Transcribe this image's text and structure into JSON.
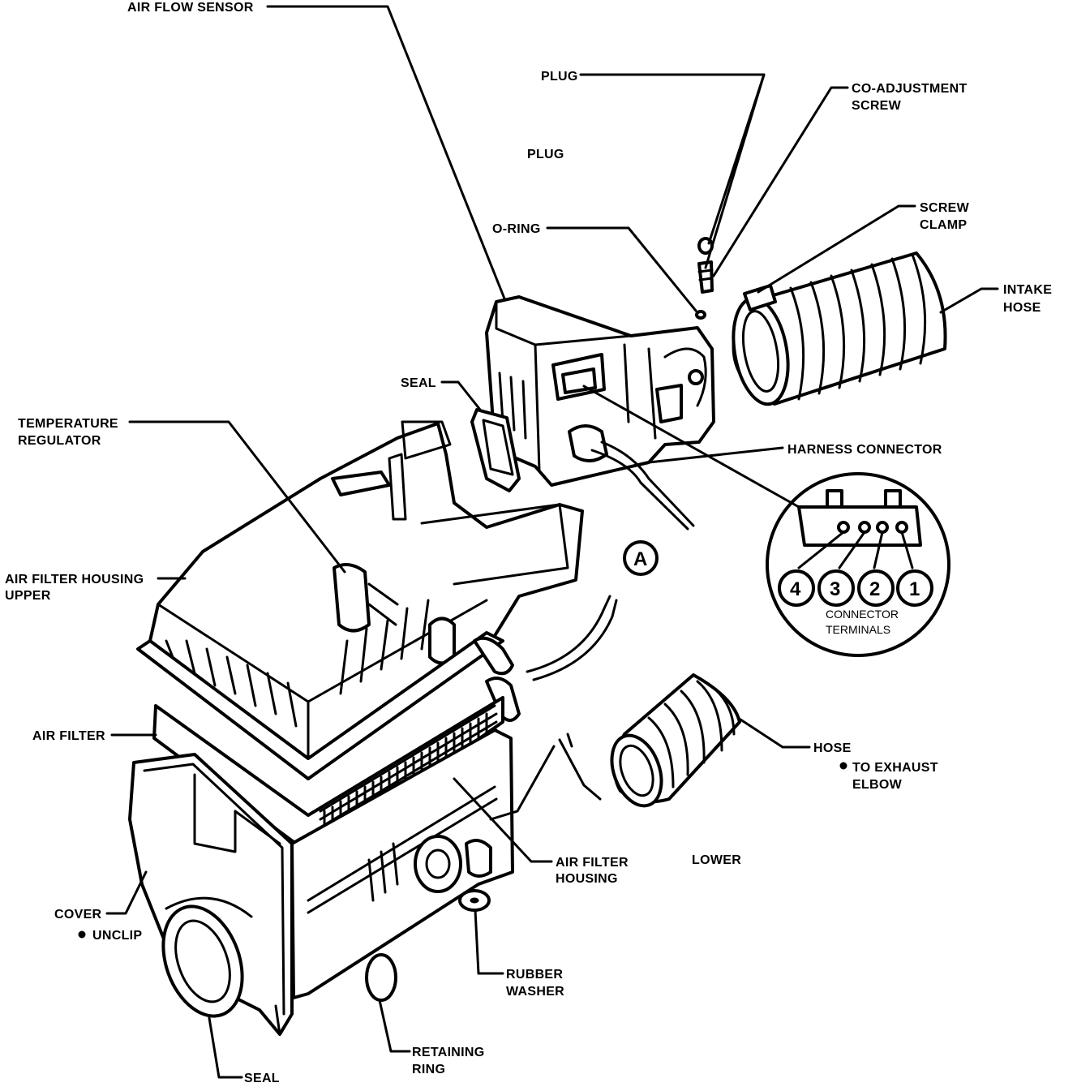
{
  "labels": {
    "air_flow_sensor": "AIR FLOW SENSOR",
    "plug_top": "PLUG",
    "plug_mid": "PLUG",
    "co_adjustment_screw_1": "CO-ADJUSTMENT",
    "co_adjustment_screw_2": "SCREW",
    "o_ring": "O-RING",
    "screw_clamp_1": "SCREW",
    "screw_clamp_2": "CLAMP",
    "intake_hose_1": "INTAKE",
    "intake_hose_2": "HOSE",
    "seal_top": "SEAL",
    "temperature_regulator_1": "TEMPERATURE",
    "temperature_regulator_2": "REGULATOR",
    "harness_connector": "HARNESS CONNECTOR",
    "air_filter_housing_upper_1": "AIR FILTER HOUSING",
    "air_filter_housing_upper_2": "UPPER",
    "marker_a": "A",
    "terminal_4": "4",
    "terminal_3": "3",
    "terminal_2": "2",
    "terminal_1": "1",
    "connector_terminals_1": "CONNECTOR",
    "connector_terminals_2": "TERMINALS",
    "air_filter": "AIR FILTER",
    "hose": "HOSE",
    "to_exhaust_elbow_1": "TO EXHAUST",
    "to_exhaust_elbow_2": "ELBOW",
    "air_filter_housing_1": "AIR FILTER",
    "air_filter_housing_2": "HOUSING",
    "lower": "LOWER",
    "cover": "COVER",
    "unclip": "UNCLIP",
    "rubber_washer_1": "RUBBER",
    "rubber_washer_2": "WASHER",
    "retaining_ring_1": "RETAINING",
    "retaining_ring_2": "RING",
    "seal_bottom": "SEAL"
  }
}
